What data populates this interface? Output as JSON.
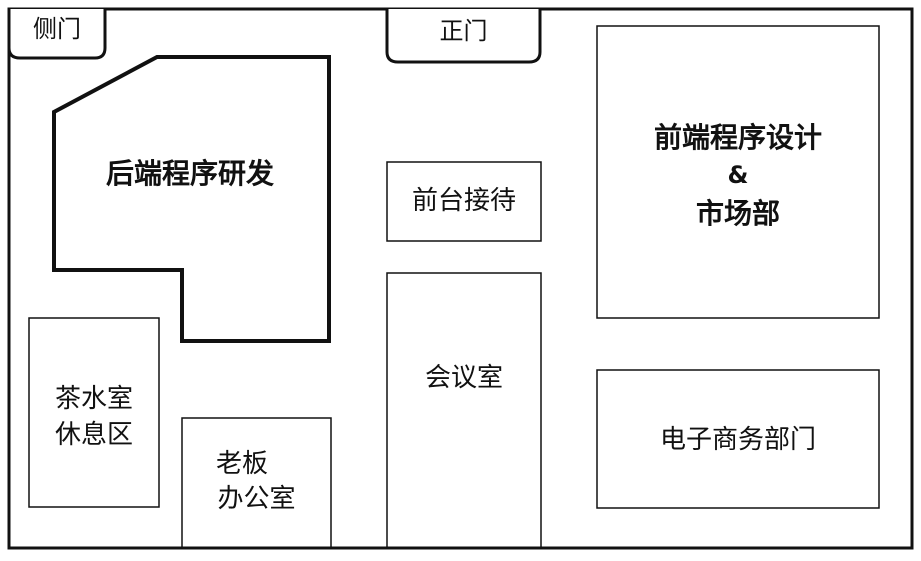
{
  "floor_plan": {
    "doors": {
      "side": "侧门",
      "main": "正门"
    },
    "rooms": {
      "backend": "后端程序研发",
      "frontend_line1": "前端程序设计",
      "frontend_amp": "&",
      "frontend_line3": "市场部",
      "reception": "前台接待",
      "meeting": "会议室",
      "tea_line1": "茶水室",
      "tea_line2": "休息区",
      "boss_line1": "老板",
      "boss_line2": "办公室",
      "ecommerce": "电子商务部门"
    }
  }
}
